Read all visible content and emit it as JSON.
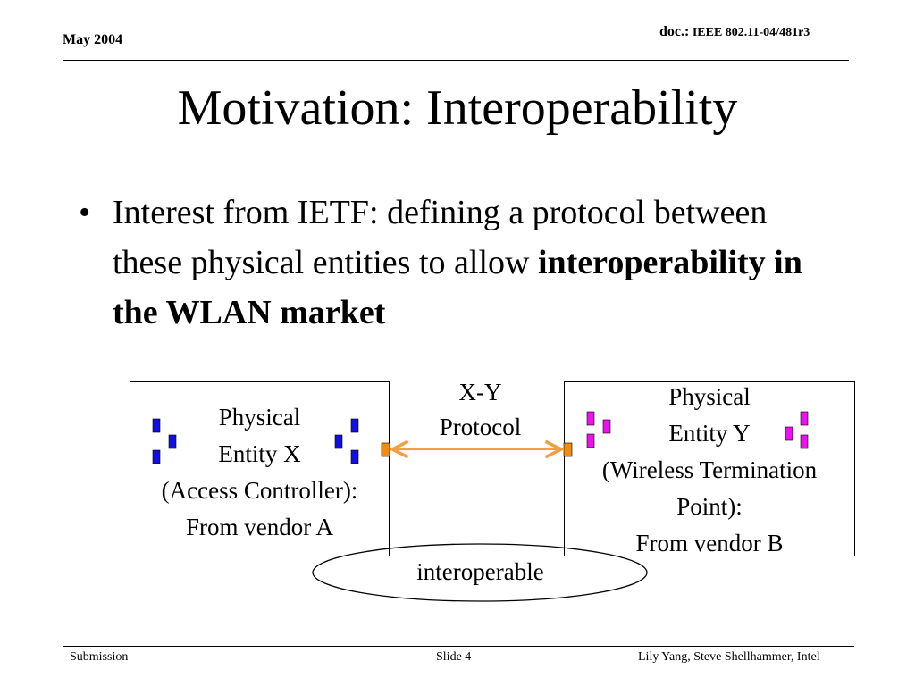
{
  "header": {
    "date": "May 2004",
    "doc_prefix": "doc.:",
    "doc_id": " IEEE 802.11-04/481r3"
  },
  "title": "Motivation: Interoperability",
  "bullet": {
    "dot": "•",
    "text_regular": "Interest from IETF: defining a protocol between these physical entities to allow ",
    "text_bold": "interoperability in the WLAN market"
  },
  "diagram": {
    "entity_x": {
      "line1": "Physical",
      "line2": "Entity X",
      "line3": "(Access Controller):",
      "line4": "From vendor A"
    },
    "entity_y": {
      "line1": "Physical",
      "line2": "Entity Y",
      "line3": "(Wireless Termination",
      "line4": "Point):",
      "line5": "From vendor B"
    },
    "protocol": {
      "line1": "X-Y",
      "line2": "Protocol"
    },
    "interop_label": "interoperable",
    "colors": {
      "entity_x_blocks": "#1010e0",
      "entity_y_blocks": "#ee10ee",
      "port_fill": "#f08c10",
      "arrow": "#f0a040"
    }
  },
  "footer": {
    "left": "Submission",
    "middle": "Slide 4",
    "right": "Lily Yang, Steve Shellhammer, Intel"
  }
}
